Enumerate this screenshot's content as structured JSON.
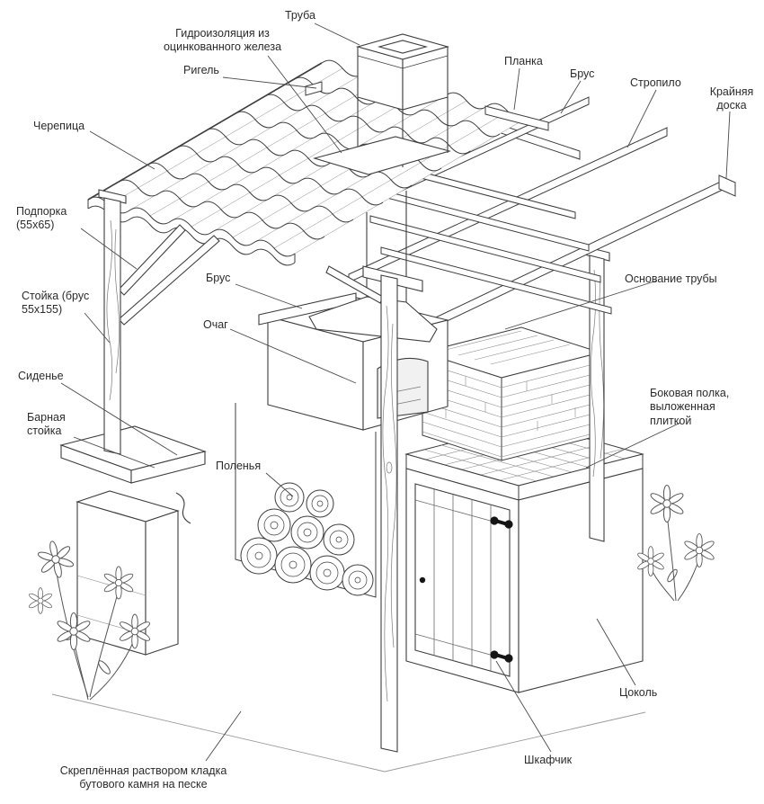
{
  "diagram": {
    "subject": "Схема садового очага-барбекю (изометрический чертёж)",
    "colors": {
      "line": "#3d3d3d",
      "grid_line": "#8a8a8a",
      "label_text": "#2b2b2b",
      "background": "#ffffff"
    },
    "labels": {
      "truba": "Труба",
      "gidroizolyaciya": "Гидроизоляция из оцинкованного железа",
      "planka": "Планка",
      "brus_top": "Брус",
      "stropilo": "Стропило",
      "kraynyaya_doska": "Крайняя доска",
      "rigel": "Ригель",
      "cherepica": "Черепица",
      "podporka": "Подпорка (55х65)",
      "osnovanie_truby": "Основание трубы",
      "stoyka": "Стойка (брус 55х155)",
      "brus_mid": "Брус",
      "ochag": "Очаг",
      "sidene": "Сиденье",
      "bokovaya_polka": "Боковая полка, выложенная плиткой",
      "barnaya_stoyka": "Барная стойка",
      "polenya": "Поленья",
      "cokol": "Цоколь",
      "shkafchik": "Шкафчик",
      "kladka": "Скреплённая раствором кладка бутового камня на песке"
    }
  }
}
